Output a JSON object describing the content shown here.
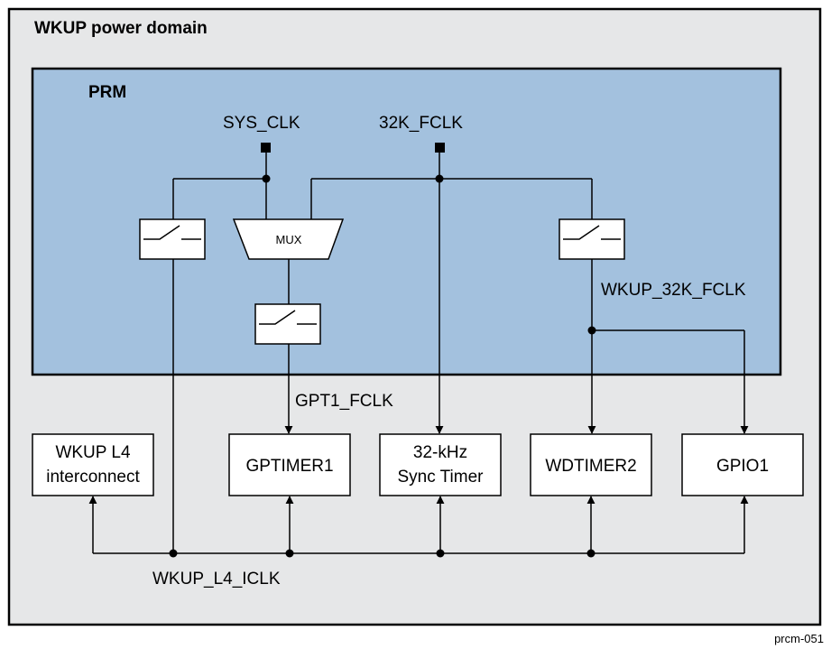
{
  "domain_title": "WKUP power domain",
  "prm": {
    "title": "PRM",
    "mux_label": "MUX"
  },
  "signals": {
    "sys_clk": "SYS_CLK",
    "fclk_32k": "32K_FCLK",
    "wkup_32k_fclk": "WKUP_32K_FCLK",
    "gpt1_fclk": "GPT1_FCLK",
    "wkup_l4_iclk": "WKUP_L4_ICLK"
  },
  "modules": {
    "wkup_l4_line1": "WKUP L4",
    "wkup_l4_line2": "interconnect",
    "gptimer1": "GPTIMER1",
    "sync_timer_line1": "32-kHz",
    "sync_timer_line2": "Sync Timer",
    "wdtimer2": "WDTIMER2",
    "gpio1": "GPIO1"
  },
  "figure_id": "prcm-051",
  "colors": {
    "domain_bg": "#E6E7E8",
    "prm_bg": "#A3C1DE",
    "line": "#000000"
  }
}
